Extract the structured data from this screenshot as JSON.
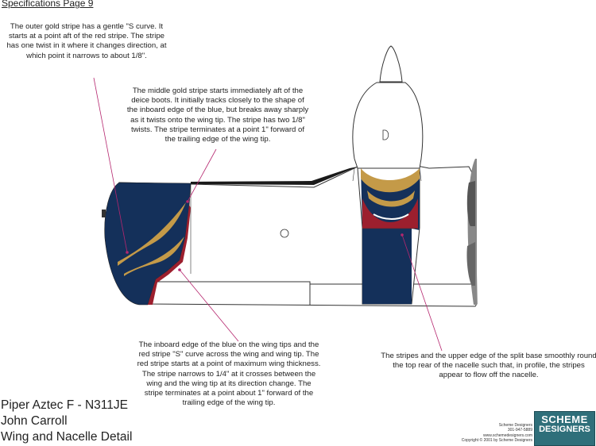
{
  "header": "Specifications Page 9",
  "notes": {
    "outer_gold": "The outer gold stripe has a gentle \"S curve.  It starts at a point aft of the red stripe. The stripe has one twist in it where it changes direction, at which point it narrows to about 1/8\".",
    "middle_gold": "The middle gold stripe starts immediately aft of the deice boots.  It initially tracks closely to the shape of the inboard edge of the blue, but breaks away sharply as it twists onto the wing tip.  The stripe has two 1/8\" twists.  The stripe terminates at a point 1\" forward of the trailing edge of the wing tip.",
    "inboard_edge": "The inboard edge of the blue on the wing tips and the red stripe \"S\" curve across the wing and wing tip.  The red stripe starts at a point of maximum wing thickness.  The stripe narrows to 1/4\" at it crosses between the wing and the wing tip at its direction change.  The stripe terminates at a point about 1\" forward of the trailing edge of the wing tip.",
    "split_base": "The stripes and the upper edge of the split base smoothly round the top rear of the nacelle such that, in profile, the stripes appear to flow off the nacelle."
  },
  "title": {
    "line1": "Piper Aztec F - N311JE",
    "line2": "John Carroll",
    "line3": "Wing and Nacelle Detail"
  },
  "credit": {
    "company": "Scheme Designers",
    "phone": "301-947-5889",
    "web": "www.schemedesigners.com",
    "copyright": "Copyright © 2001 by Scheme Designers"
  },
  "logo": {
    "line1": "SCHEME",
    "line2": "DESIGNERS"
  },
  "colors": {
    "navy": "#14305a",
    "red": "#9c1f2e",
    "gold": "#c49a48",
    "leader": "#b5266e",
    "outline": "#333333",
    "logo": "#2f6f7a"
  }
}
